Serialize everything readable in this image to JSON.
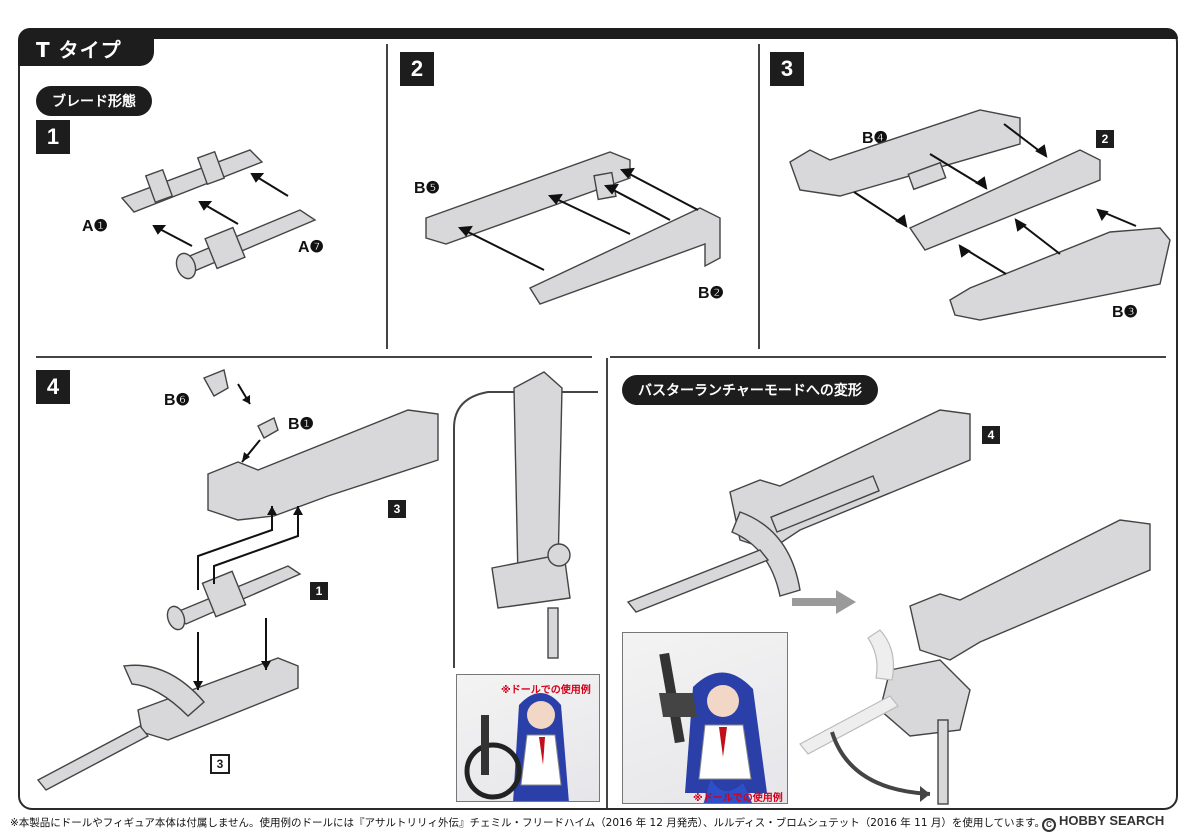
{
  "header": {
    "title": "T タイプ"
  },
  "sections": {
    "blade_mode": "ブレード形態",
    "buster_mode": "バスターランチャーモードへの変形"
  },
  "steps": {
    "s1": "1",
    "s2": "2",
    "s3": "3",
    "s4": "4",
    "ref_2": "2",
    "ref_3": "3",
    "ref_1": "1",
    "ref_3b": "3",
    "ref_4": "4"
  },
  "parts": {
    "a1": "A❶",
    "a7": "A❼",
    "b5": "B❺",
    "b2": "B❷",
    "b4": "B❹",
    "b3": "B❸",
    "b6": "B❻",
    "b1": "B❶"
  },
  "photos": {
    "note_left": "※ドールでの使用例",
    "note_right": "※ドールでの使用例"
  },
  "footer": {
    "note": "※本製品にドールやフィギュア本体は付属しません。使用例のドールには『アサルトリリィ外伝』チェミル・フリードハイム（2016 年 12 月発売）、ルルディス・ブロムシュテット（2016 年 11 月）を使用しています。",
    "watermark": "HOBBY SEARCH",
    "watermark_mark": "C"
  },
  "colors": {
    "ink": "#1d1d1d",
    "part_fill": "#d8d8da",
    "part_stroke": "#444444",
    "note_red": "#d4001a"
  }
}
